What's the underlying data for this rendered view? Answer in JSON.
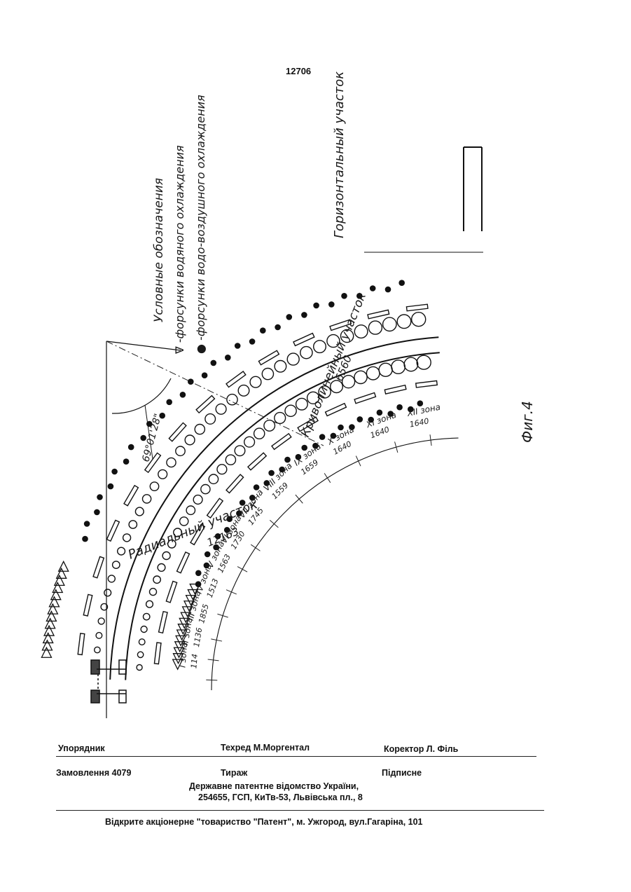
{
  "page_number": "12706",
  "figure": {
    "fig_label": "Фиг.4",
    "legend": {
      "title": "Условные обозначения",
      "triangle_item": "∇ -форсунки водяного охлаждения",
      "dot_item": "● -форсунки водо-воздушного охлаждения"
    },
    "angle": "69°01'28\"",
    "sections": {
      "horizontal": "Горизонтальный участок",
      "curvilinear": "Криволинейный участок",
      "curvilinear_length": "6560",
      "radial": "Радиальный участок",
      "radial_length": "12163"
    },
    "zones": [
      {
        "name": "I зона",
        "length": "114"
      },
      {
        "name": "II зона",
        "length": "1136"
      },
      {
        "name": "III зона",
        "length": "1855"
      },
      {
        "name": "IV зона",
        "length": "1513"
      },
      {
        "name": "V зона",
        "length": "1563"
      },
      {
        "name": "VI зона",
        "length": "1730"
      },
      {
        "name": "VII зона",
        "length": "1745"
      },
      {
        "name": "VIII зона",
        "length": "1559"
      },
      {
        "name": "IX зона",
        "length": "1659"
      },
      {
        "name": "X зона",
        "length": "1640"
      },
      {
        "name": "XI зона",
        "length": "1640"
      },
      {
        "name": "XII зона",
        "length": "1640"
      }
    ]
  },
  "footer": {
    "compiler": "Упорядник",
    "techred": "Техред М.Моргентал",
    "corrector": "Коректор Л. Філь",
    "order": "Замовлення 4079",
    "circulation": "Тираж",
    "subscription": "Підписне",
    "office_line1": "Державне патентне відомство України,",
    "office_line2": "254655, ГСП, КиТв-53, Львівська пл., 8",
    "printer": "Відкрите акціонерне \"товариство \"Патент\", м. Ужгород, вул.Гагаріна, 101"
  }
}
